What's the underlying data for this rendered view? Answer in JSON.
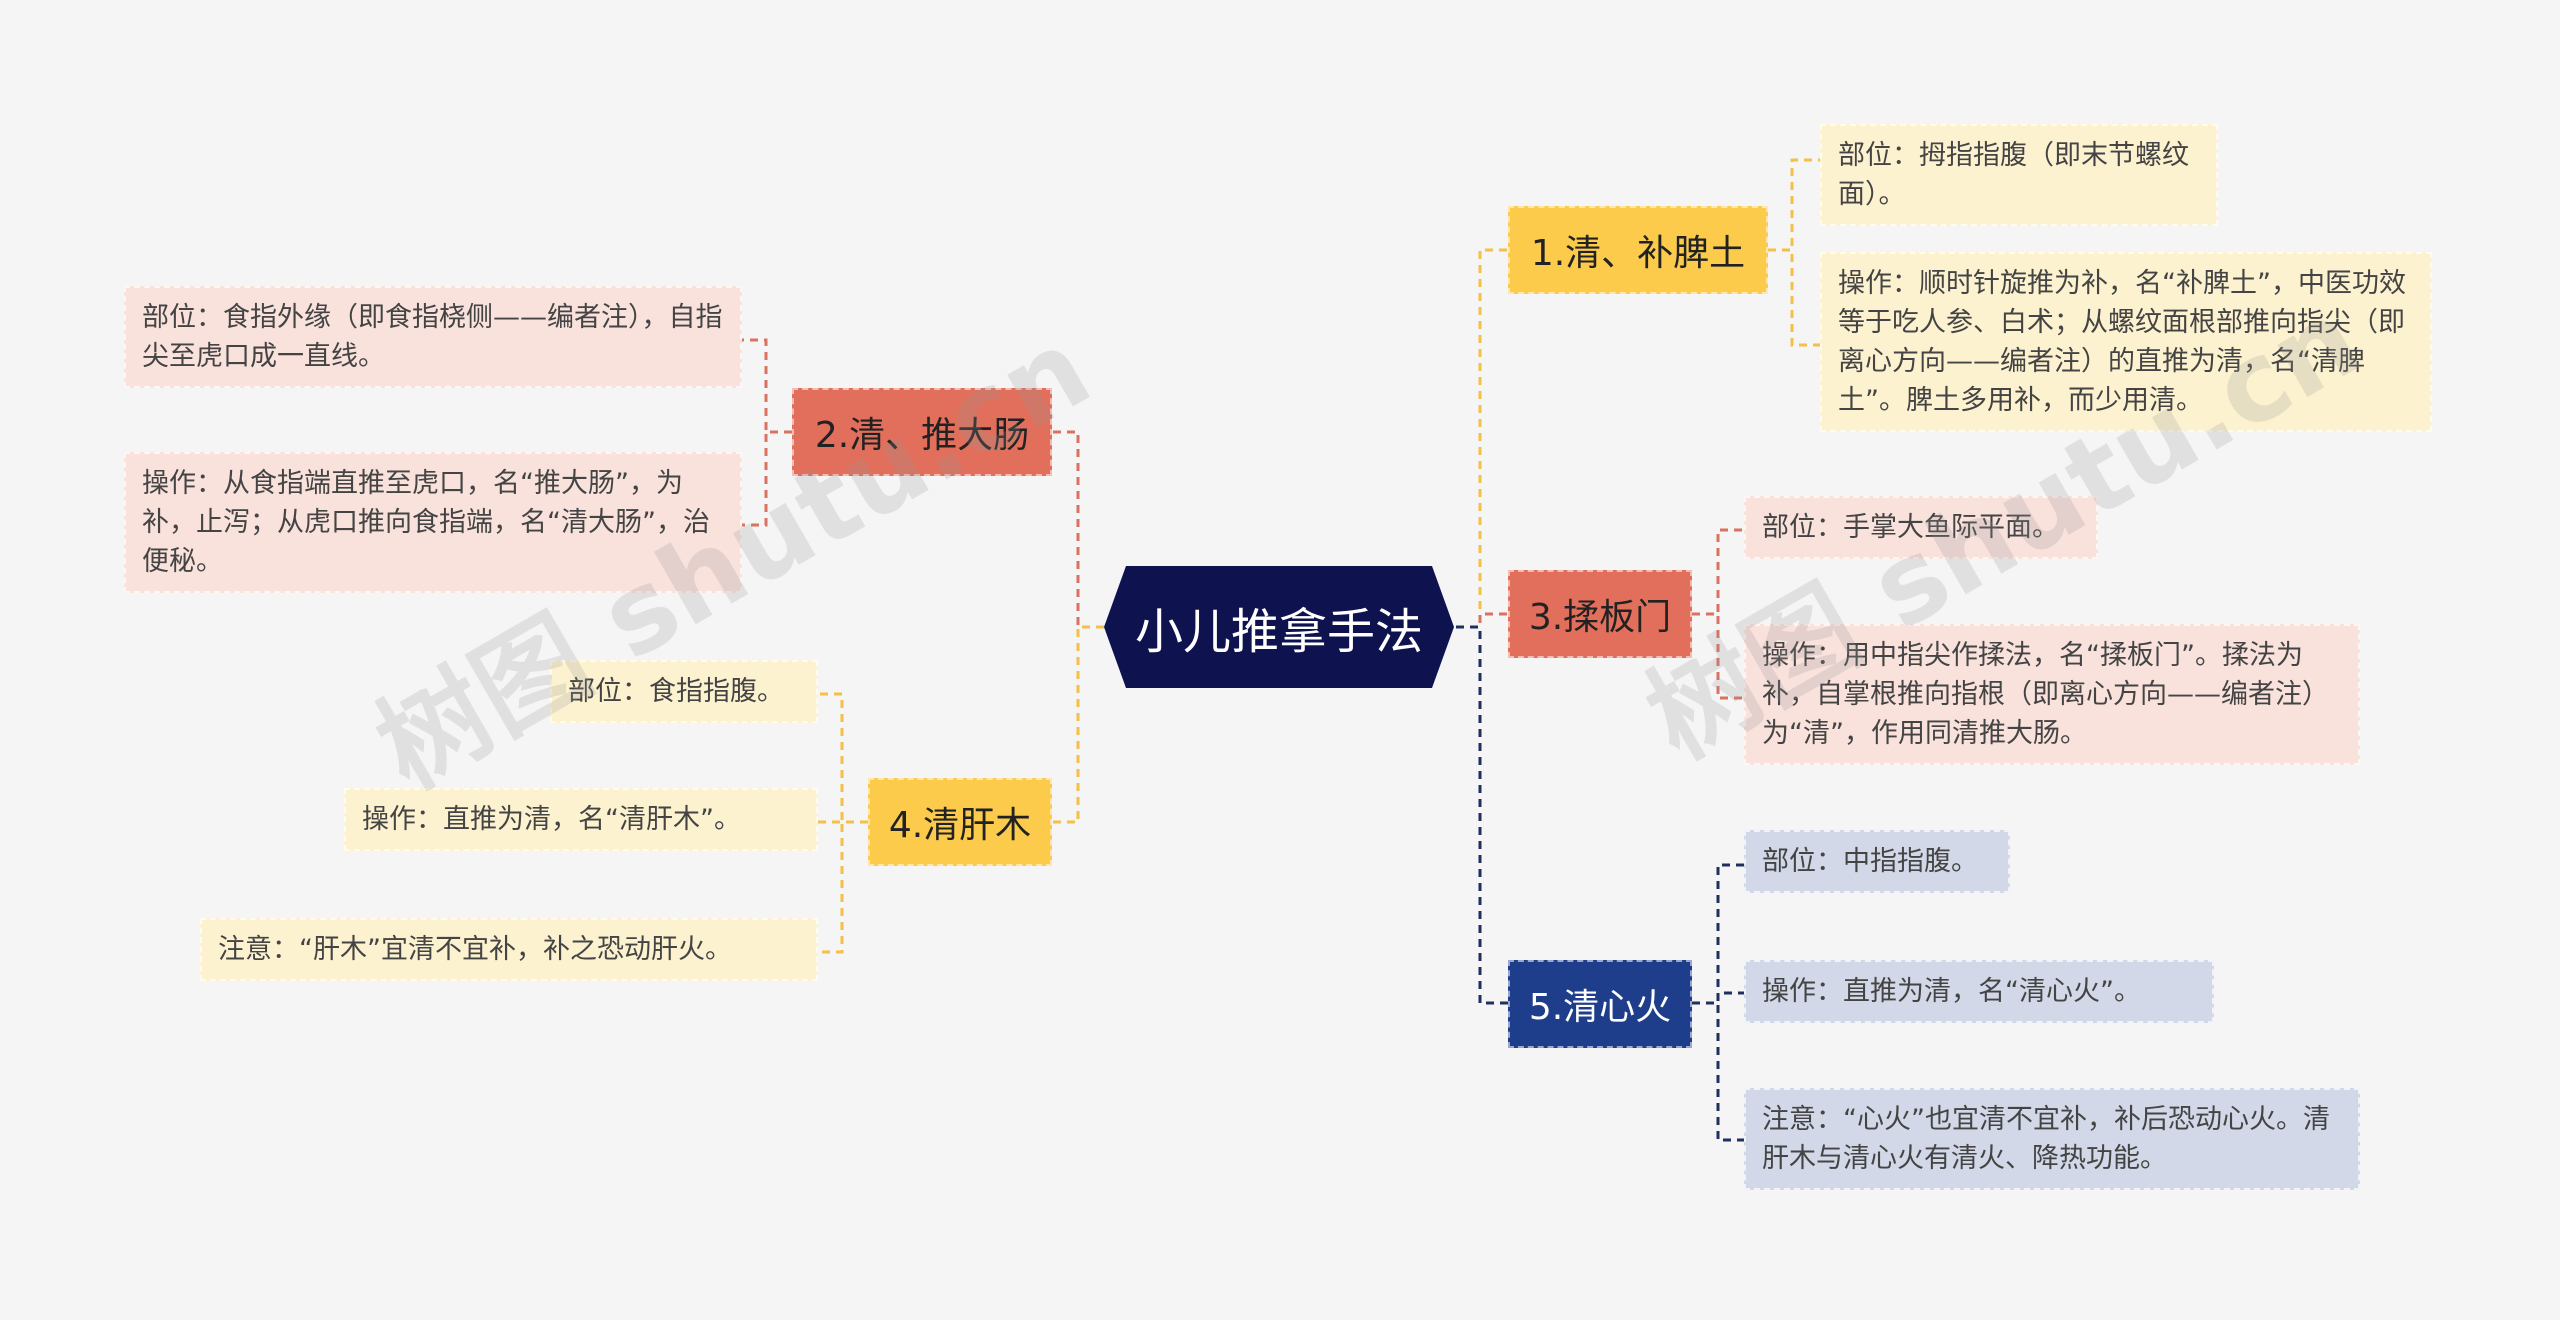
{
  "root": {
    "label": "小儿推拿手法"
  },
  "branches": [
    {
      "label": "1.清、补脾土",
      "leaves": [
        "部位：拇指指腹（即末节螺纹面）。",
        "操作：顺时针旋推为补，名“补脾土”，中医功效等于吃人参、白术；从螺纹面根部推向指尖（即离心方向——编者注）的直推为清，名“清脾土”。脾土多用补，而少用清。"
      ]
    },
    {
      "label": "2.清、推大肠",
      "leaves": [
        "部位：食指外缘（即食指桡侧——编者注），自指尖至虎口成一直线。",
        "操作：从食指端直推至虎口，名“推大肠”，为补，止泻；从虎口推向食指端，名“清大肠”，治便秘。"
      ]
    },
    {
      "label": "3.揉板门",
      "leaves": [
        "部位：手掌大鱼际平面。",
        "操作：用中指尖作揉法，名“揉板门”。揉法为补，自掌根推向指根（即离心方向——编者注）为“清”，作用同清推大肠。"
      ]
    },
    {
      "label": "4.清肝木",
      "leaves": [
        "部位：食指指腹。",
        "操作：直推为清，名“清肝木”。",
        "注意：“肝木”宜清不宜补，补之恐动肝火。"
      ]
    },
    {
      "label": "5.清心火",
      "leaves": [
        "部位：中指指腹。",
        "操作：直推为清，名“清心火”。",
        "注意：“心火”也宜清不宜补，补后恐动心火。清肝木与清心火有清火、降热功能。"
      ]
    }
  ],
  "watermark": "树图 shutu.cn",
  "colors": {
    "root": "#0e1350",
    "orange": "#fccb4c",
    "red": "#e26f5c",
    "navy": "#1e3e8c"
  }
}
